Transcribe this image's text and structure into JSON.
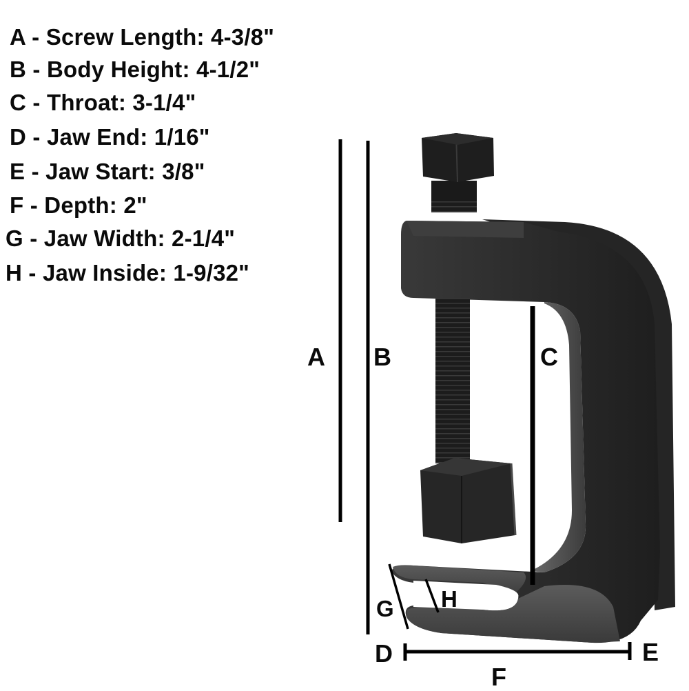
{
  "specifications": [
    {
      "letter": "A",
      "text": "A - Screw Length: 4-3/8\"",
      "name": "Screw Length",
      "value": "4-3/8\""
    },
    {
      "letter": "B",
      "text": "B - Body Height: 4-1/2\"",
      "name": "Body Height",
      "value": "4-1/2\""
    },
    {
      "letter": "C",
      "text": "C - Throat: 3-1/4\"",
      "name": "Throat",
      "value": "3-1/4\""
    },
    {
      "letter": "D",
      "text": "D - Jaw End: 1/16\"",
      "name": "Jaw End",
      "value": "1/16\""
    },
    {
      "letter": "E",
      "text": "E - Jaw Start: 3/8\"",
      "name": "Jaw Start",
      "value": "3/8\""
    },
    {
      "letter": "F",
      "text": "F - Depth: 2\"",
      "name": "Depth",
      "value": "2\""
    },
    {
      "letter": "G",
      "text": "G - Jaw Width: 2-1/4\"",
      "name": "Jaw Width",
      "value": "2-1/4\""
    },
    {
      "letter": "H",
      "text": "H - Jaw Inside: 1-9/32\"",
      "name": "Jaw Inside",
      "value": "1-9/32\""
    }
  ],
  "diagram": {
    "subject": "c-clamp-tool",
    "labels": {
      "A": "A",
      "B": "B",
      "C": "C",
      "D": "D",
      "E": "E",
      "F": "F",
      "G": "G",
      "H": "H"
    },
    "colors": {
      "background": "#ffffff",
      "text": "#0a0a0a",
      "body": "#2c2c2c",
      "body_light": "#5a5a5a",
      "screw": "#1c1c1c"
    }
  }
}
